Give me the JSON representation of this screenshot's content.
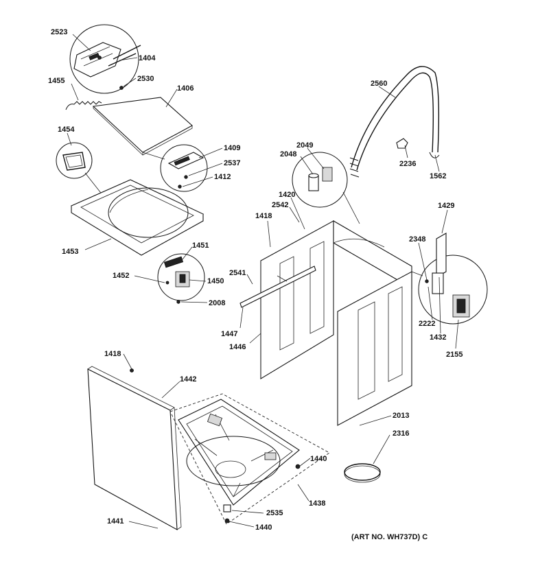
{
  "art_number": "(ART NO. WH737D) C",
  "labels": {
    "p2523": "2523",
    "p1404": "1404",
    "p1455": "1455",
    "p2530": "2530",
    "p1406": "1406",
    "p1454": "1454",
    "p1409": "1409",
    "p2537": "2537",
    "p1412": "1412",
    "p1453": "1453",
    "p1451": "1451",
    "p1452": "1452",
    "p1450": "1450",
    "p2008": "2008",
    "p2560": "2560",
    "p2049": "2049",
    "p2048": "2048",
    "p2236": "2236",
    "p1562": "1562",
    "p1420": "1420",
    "p2542": "2542",
    "p1418a": "1418",
    "p1429": "1429",
    "p2348": "2348",
    "p2541": "2541",
    "p2222": "2222",
    "p1432": "1432",
    "p1447": "1447",
    "p1446": "1446",
    "p2155": "2155",
    "p1418b": "1418",
    "p1442": "1442",
    "p2013": "2013",
    "p2316": "2316",
    "p1440a": "1440",
    "p1438": "1438",
    "p2535": "2535",
    "p1441": "1441",
    "p1440b": "1440"
  }
}
